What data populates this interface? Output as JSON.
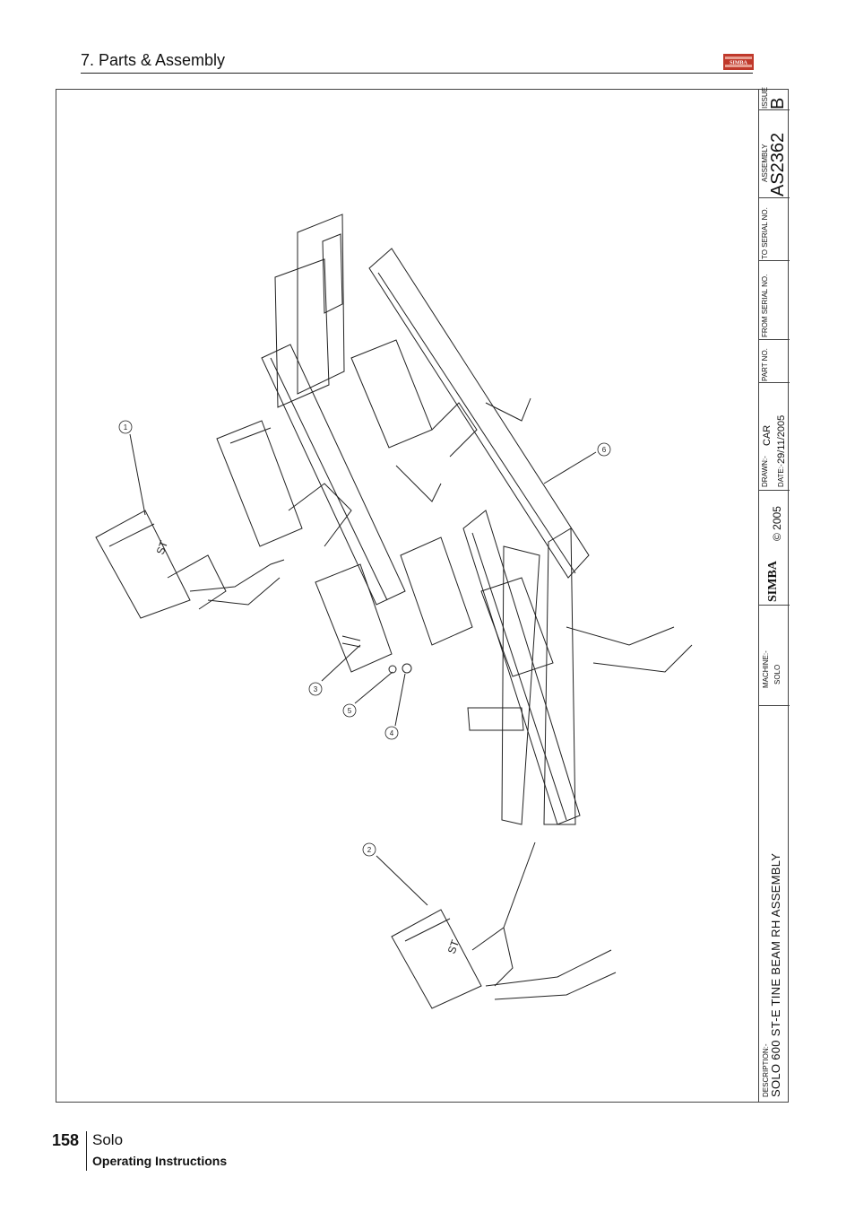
{
  "header": {
    "section_title": "7. Parts & Assembly",
    "logo_text": "SIMBA"
  },
  "title_block": {
    "issue_label": "ISSUE",
    "issue_value": "B",
    "assembly_label": "ASSEMBLY",
    "assembly_value": "AS2362",
    "to_serial_label": "TO SERIAL NO.",
    "from_serial_label": "FROM SERIAL NO.",
    "part_no_label": "PART NO.",
    "drawn_label": "DRAWN:-",
    "drawn_value": "CAR",
    "date_label": "DATE:-",
    "date_value": "29/11/2005",
    "brand": "SIMBA",
    "copyright": "© 2005",
    "machine_label": "MACHINE:-",
    "machine_value": "SOLO",
    "description_label": "DESCRIPTION:-",
    "description_value": "SOLO 600 ST-E TINE BEAM RH ASSEMBLY"
  },
  "callouts": [
    "1",
    "2",
    "3",
    "4",
    "5",
    "6"
  ],
  "tine_marking": "ST",
  "footer": {
    "page_number": "158",
    "model": "Solo",
    "subtitle": "Operating Instructions"
  },
  "colors": {
    "line": "#222222",
    "logo_red": "#c0392b"
  }
}
